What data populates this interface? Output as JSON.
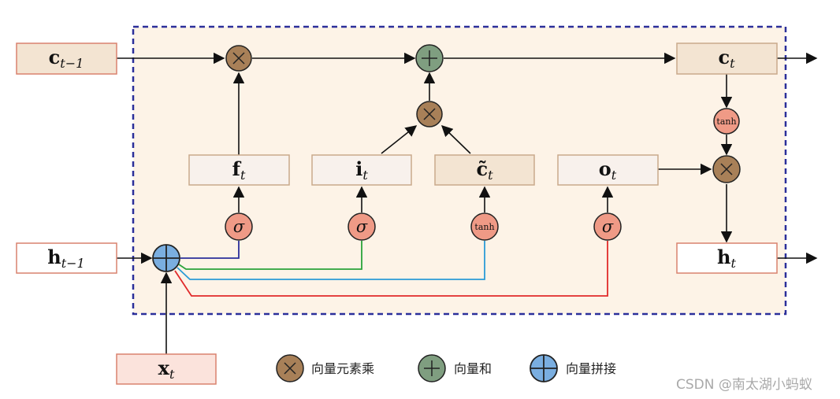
{
  "boxes": {
    "c_prev": {
      "main": "c",
      "sub": "t−1"
    },
    "h_prev": {
      "main": "h",
      "sub": "t−1"
    },
    "x_t": {
      "main": "x",
      "sub": "t"
    },
    "f_t": {
      "main": "f",
      "sub": "t"
    },
    "i_t": {
      "main": "i",
      "sub": "t"
    },
    "c_tilde": {
      "main": "c̃",
      "sub": "t"
    },
    "o_t": {
      "main": "o",
      "sub": "t"
    },
    "c_t": {
      "main": "c",
      "sub": "t"
    },
    "h_t": {
      "main": "h",
      "sub": "t"
    }
  },
  "ops": {
    "sigma": "σ",
    "tanh": "tanh"
  },
  "legend": {
    "multiply": "向量元素乘",
    "add": "向量和",
    "concat": "向量拼接"
  },
  "watermark": "CSDN @南太湖小蚂蚁",
  "colors": {
    "frame_border": "#2b2f9a",
    "frame_fill": "#fdf3e7",
    "box_pink": "#fbe3dc",
    "box_pink_border": "#d9826e",
    "box_tan": "#f3e4d2",
    "box_tan_border": "#c8a888",
    "box_gate": "#f8f1ec",
    "box_gate_border": "#c9a98c",
    "multiply_node": "#a88058",
    "add_node": "#7f9e80",
    "concat_node": "#7aaee0",
    "act_node": "#ef9a86",
    "line_f": "#2b2f9a",
    "line_i": "#2aa33a",
    "line_c": "#2b9bd6",
    "line_o": "#e02a2a"
  }
}
